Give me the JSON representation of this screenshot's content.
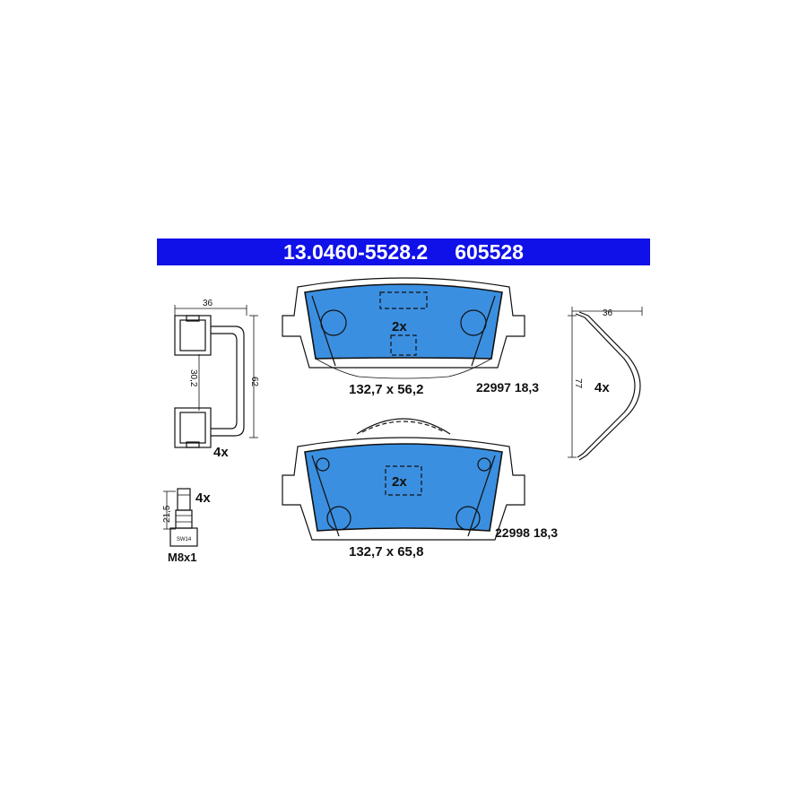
{
  "header": {
    "part_number": "13.0460-5528.2",
    "code": "605528"
  },
  "colors": {
    "banner": "#1010e8",
    "pad_fill": "#3b8fe0",
    "outline": "#111111"
  },
  "clip": {
    "dim_width": "36",
    "dim_spacing": "30,2",
    "dim_height": "62",
    "quantity": "4x"
  },
  "bolt": {
    "dim_length": "21,5",
    "quantity": "4x",
    "thread": "M8x1",
    "head_text": "SW14"
  },
  "spring": {
    "dim_width": "36",
    "dim_height": "77",
    "quantity": "4x"
  },
  "pad_top": {
    "quantity": "2x",
    "dimensions": "132,7 x 56,2",
    "wva": "22997 18,3"
  },
  "pad_bottom": {
    "quantity": "2x",
    "dimensions": "132,7 x 65,8",
    "wva": "22998 18,3"
  }
}
